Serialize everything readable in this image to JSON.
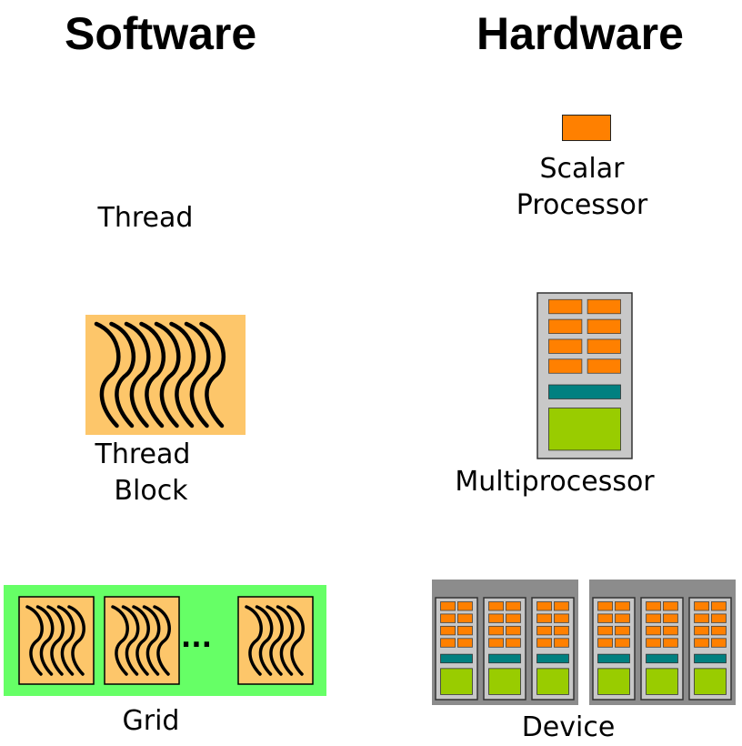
{
  "headings": {
    "software": "Software",
    "hardware": "Hardware"
  },
  "software": {
    "thread": "Thread",
    "thread_block": [
      "Thread",
      "Block"
    ],
    "grid": "Grid",
    "grid_ellipsis": "..."
  },
  "hardware": {
    "scalar_processor": [
      "Scalar",
      "Processor"
    ],
    "multiprocessor": "Multiprocessor",
    "device": "Device"
  },
  "colors": {
    "scalar_orange": "#ff8000",
    "block_fill": "#fdc66a",
    "grid_fill": "#66ff66",
    "mp_gray": "#c8c8c8",
    "device_gray": "#8c8c8c",
    "teal": "#008080",
    "lime": "#99cc00"
  }
}
